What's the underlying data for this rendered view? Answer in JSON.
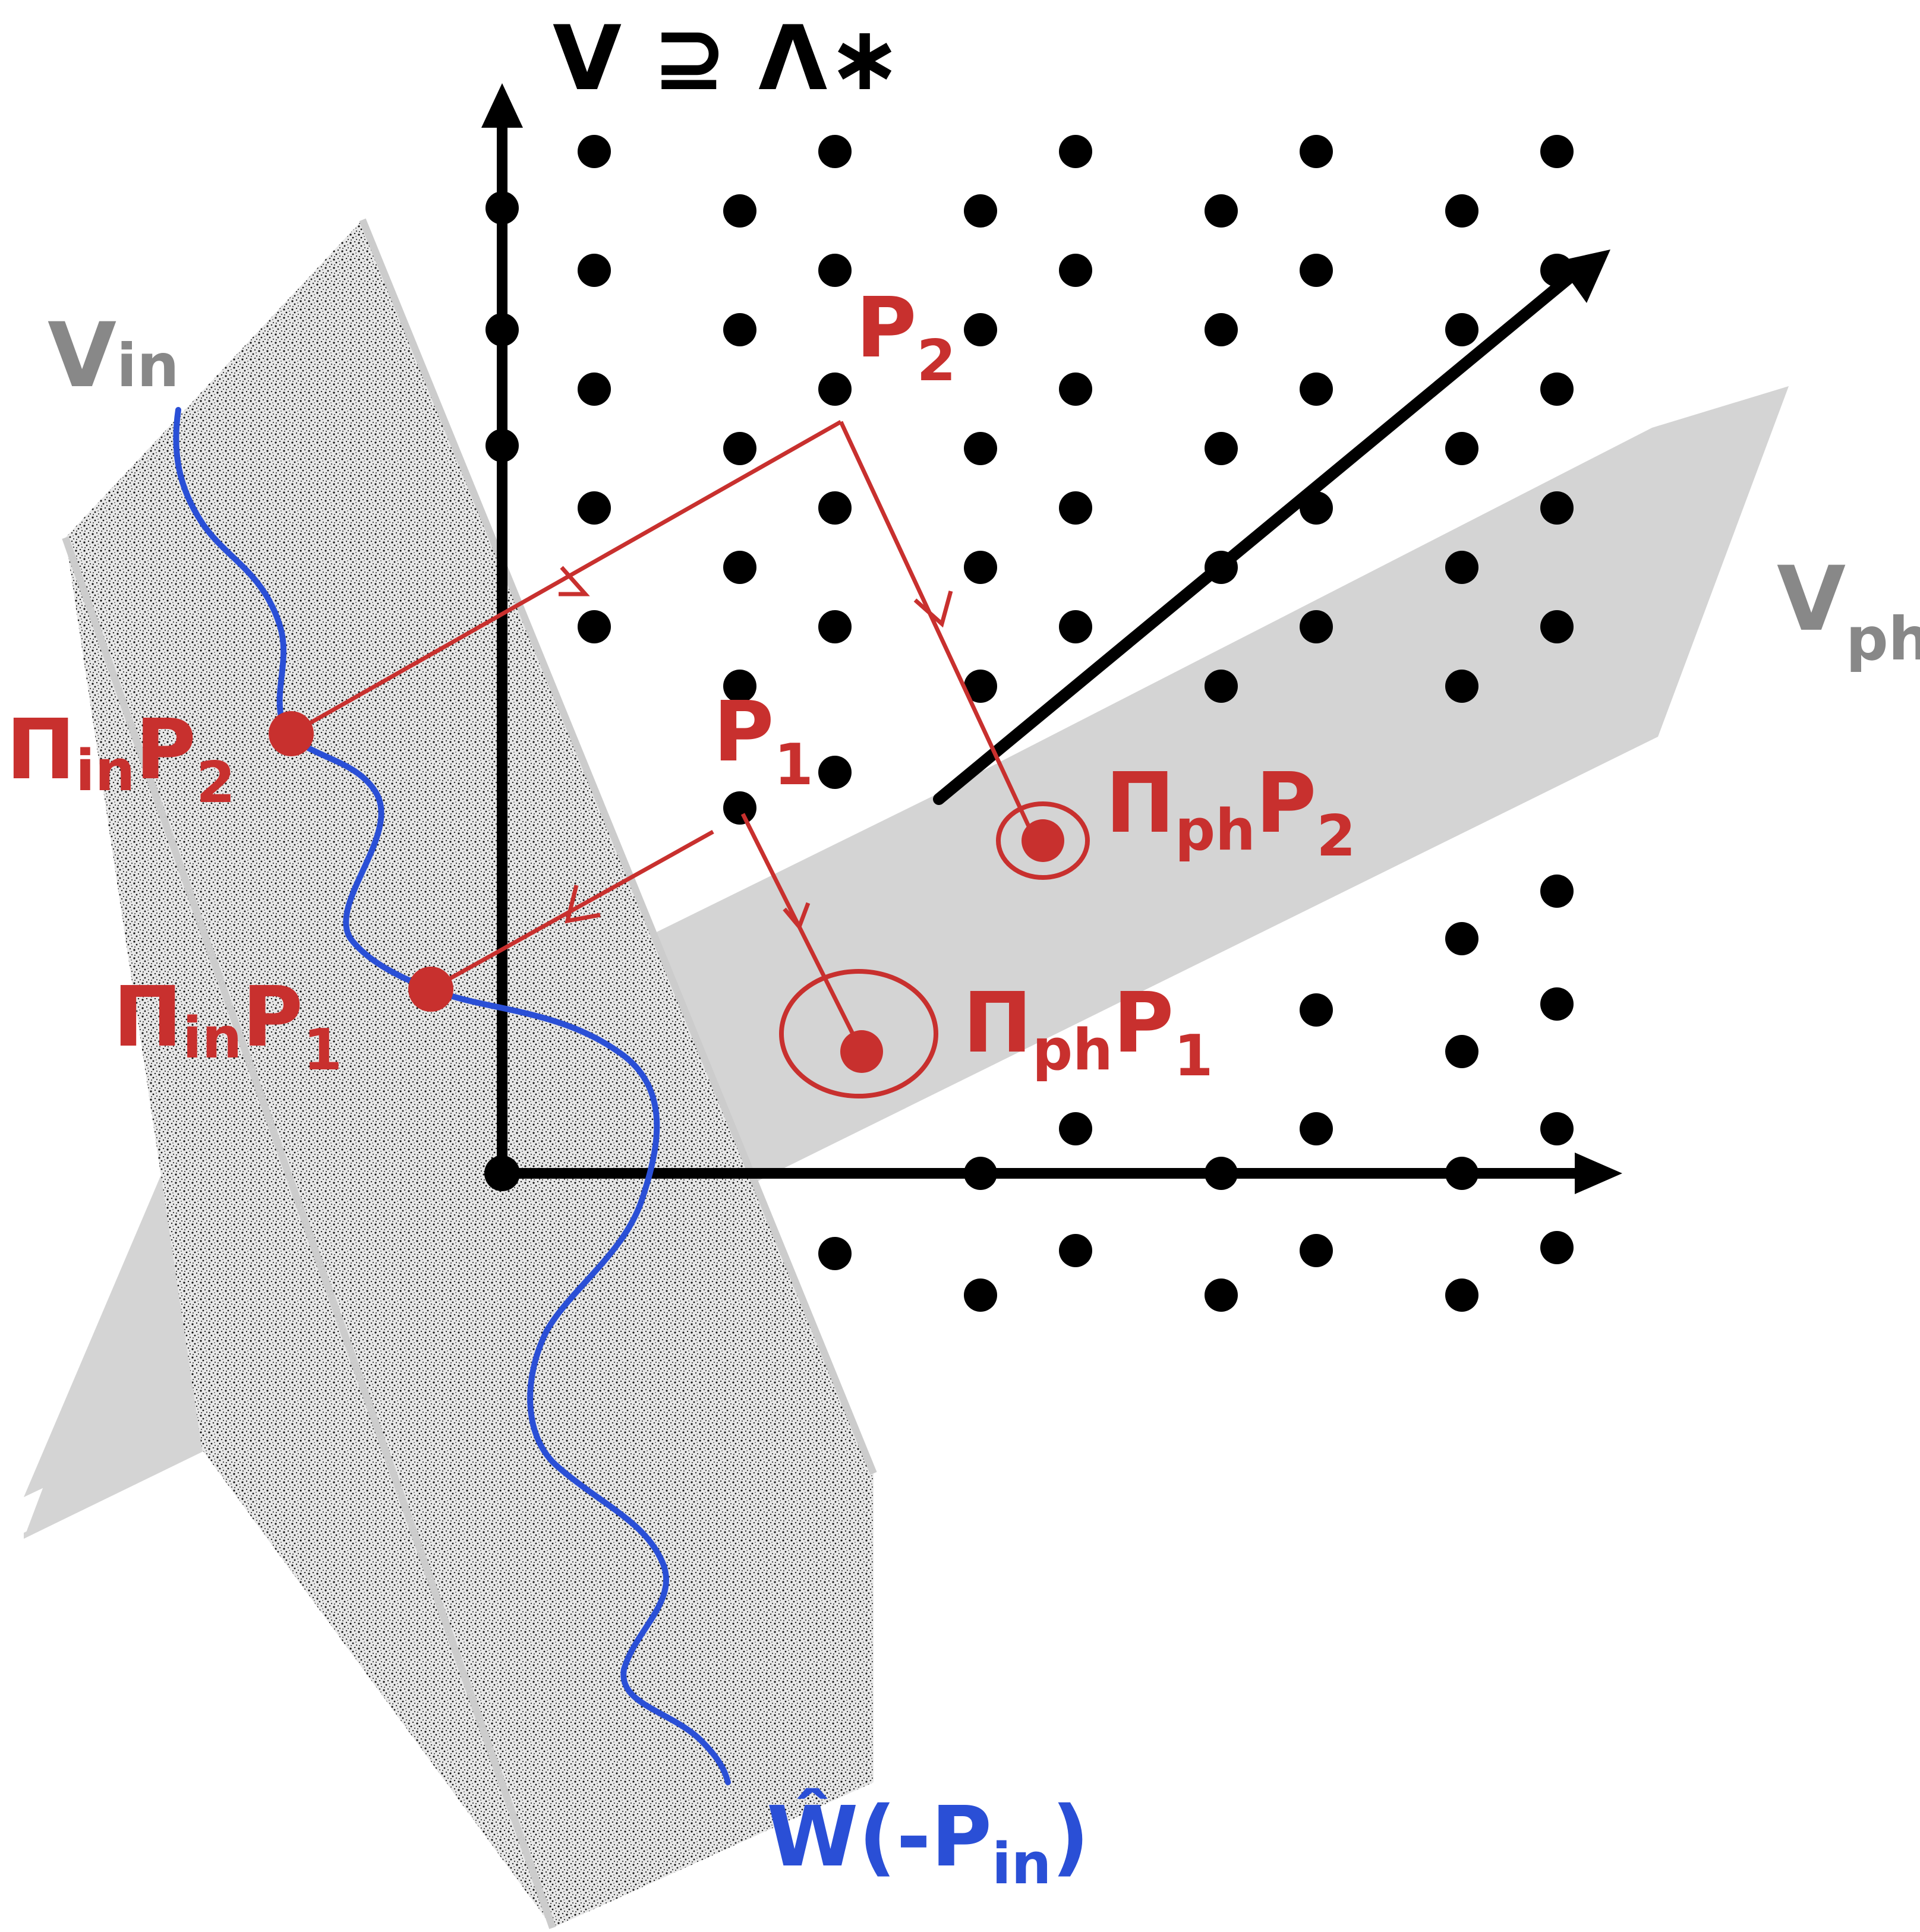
{
  "labels": {
    "space": "V ⊇ Λ∗",
    "v_in": "V",
    "v_in_sub": "in",
    "v_ph": "V",
    "v_ph_sub": "ph",
    "p1": "P",
    "p1_sub": "1",
    "p2": "P",
    "p2_sub": "2",
    "pin_p1": "Π",
    "pin_p1_sub": "in",
    "pin_p1_tail": "P",
    "pin_p1_tail_sub": "1",
    "pin_p2": "Π",
    "pin_p2_sub": "in",
    "pin_p2_tail": "P",
    "pin_p2_tail_sub": "2",
    "pph_p1": "Π",
    "pph_p1_sub": "ph",
    "pph_p1_tail": "P",
    "pph_p1_tail_sub": "1",
    "pph_p2": "Π",
    "pph_p2_sub": "ph",
    "pph_p2_tail": "P",
    "pph_p2_tail_sub": "2",
    "w_hat": "Ŵ(-P",
    "w_hat_sub": "in",
    "w_hat_tail": ")"
  },
  "colors": {
    "annotation": "#c8302e",
    "curve": "#2a4fd6",
    "plane": "#d4d4d4",
    "plane_label": "#888888",
    "axes": "#000000"
  }
}
